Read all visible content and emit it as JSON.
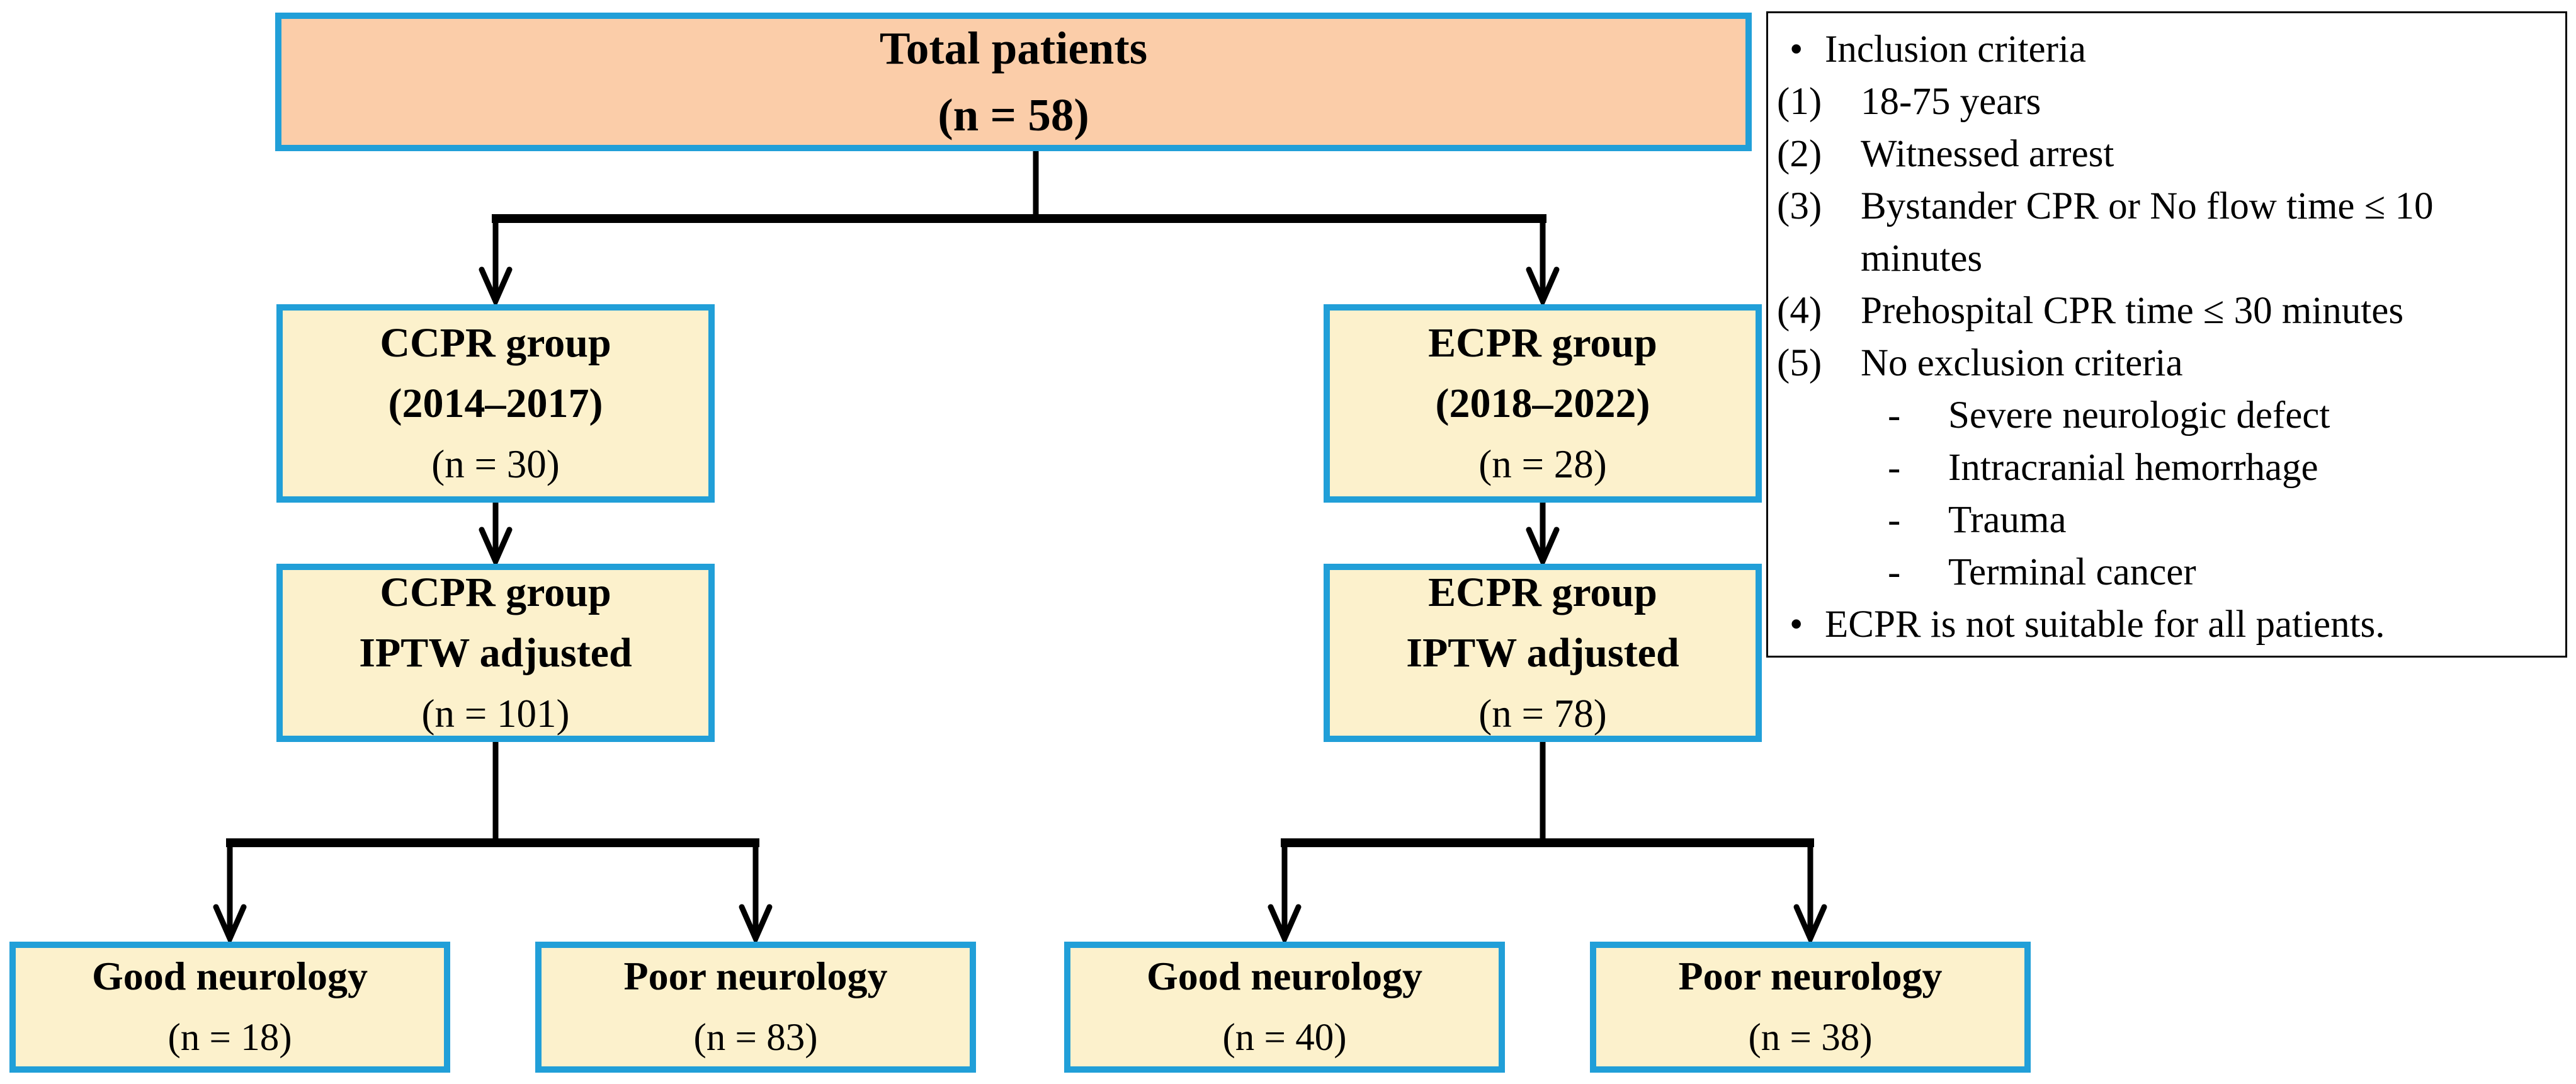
{
  "colors": {
    "box_border_blue": "#219FD8",
    "top_box_fill_salmon": "#FBCDA9",
    "box_fill_cream": "#FCF1CC",
    "line_and_text": "#000000",
    "panel_border": "#000000"
  },
  "boxes": {
    "total": {
      "title": "Total patients",
      "n": "(n = 58)"
    },
    "ccpr": {
      "title": "CCPR group",
      "subtitle": "(2014–2017)",
      "n": "(n = 30)"
    },
    "ecpr": {
      "title": "ECPR group",
      "subtitle": "(2018–2022)",
      "n": "(n = 28)"
    },
    "ccpr_iptw": {
      "title": "CCPR group",
      "subtitle": "IPTW adjusted",
      "n": "(n = 101)"
    },
    "ecpr_iptw": {
      "title": "ECPR group",
      "subtitle": "IPTW adjusted",
      "n": "(n = 78)"
    },
    "ccpr_good": {
      "title": "Good neurology",
      "n": "(n = 18)"
    },
    "ccpr_poor": {
      "title": "Poor neurology",
      "n": "(n = 83)"
    },
    "ecpr_good": {
      "title": "Good neurology",
      "n": "(n = 40)"
    },
    "ecpr_poor": {
      "title": "Poor neurology",
      "n": "(n = 38)"
    }
  },
  "panel": {
    "bullet_glyph": "•",
    "dash_glyph": "-",
    "lines": [
      {
        "type": "bullet",
        "text": "Inclusion criteria"
      },
      {
        "type": "num",
        "num": "(1)",
        "text": "18-75 years"
      },
      {
        "type": "num",
        "num": "(2)",
        "text": "Witnessed arrest"
      },
      {
        "type": "num",
        "num": "(3)",
        "text": "Bystander CPR or No flow time ≤ 10"
      },
      {
        "type": "cont",
        "text": "minutes"
      },
      {
        "type": "num",
        "num": "(4)",
        "text": "Prehospital CPR time ≤ 30 minutes"
      },
      {
        "type": "num",
        "num": "(5)",
        "text": "No exclusion criteria"
      },
      {
        "type": "sub",
        "text": "Severe neurologic defect"
      },
      {
        "type": "sub",
        "text": "Intracranial hemorrhage"
      },
      {
        "type": "sub",
        "text": "Trauma"
      },
      {
        "type": "sub",
        "text": "Terminal cancer"
      },
      {
        "type": "bullet",
        "text": "ECPR is not suitable for all patients."
      }
    ]
  }
}
